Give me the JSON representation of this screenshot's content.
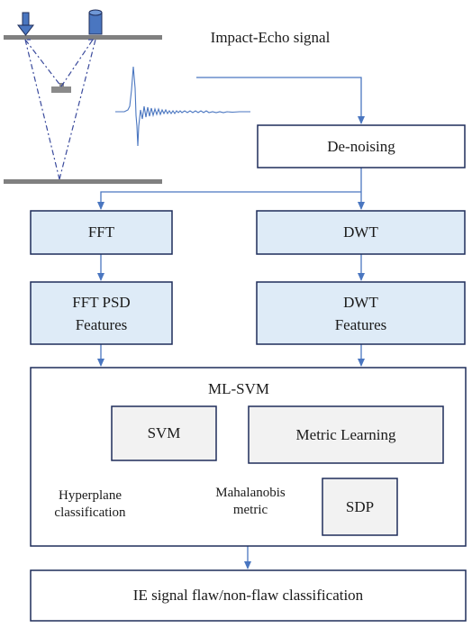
{
  "title": "Impact-Echo signal",
  "steps": {
    "denoising": "De-noising",
    "fft": "FFT",
    "dwt": "DWT",
    "fft_features": [
      "FFT PSD",
      "Features"
    ],
    "dwt_features": [
      "DWT",
      "Features"
    ]
  },
  "ml_svm": {
    "title": "ML-SVM",
    "svm": "SVM",
    "metric_learning": "Metric Learning",
    "sdp": "SDP",
    "hyperplane": [
      "Hyperplane",
      "classification"
    ],
    "mahalanobis": [
      "Mahalanobis",
      "metric"
    ]
  },
  "output": "IE signal flaw/non-flaw classification",
  "colors": {
    "box_border": "#1f2d5a",
    "box_fill": "#deebf7",
    "arrow": "#4a76c0",
    "ray": "#3a4a9c",
    "plate": "#808080",
    "signal": "#4a76c0"
  }
}
